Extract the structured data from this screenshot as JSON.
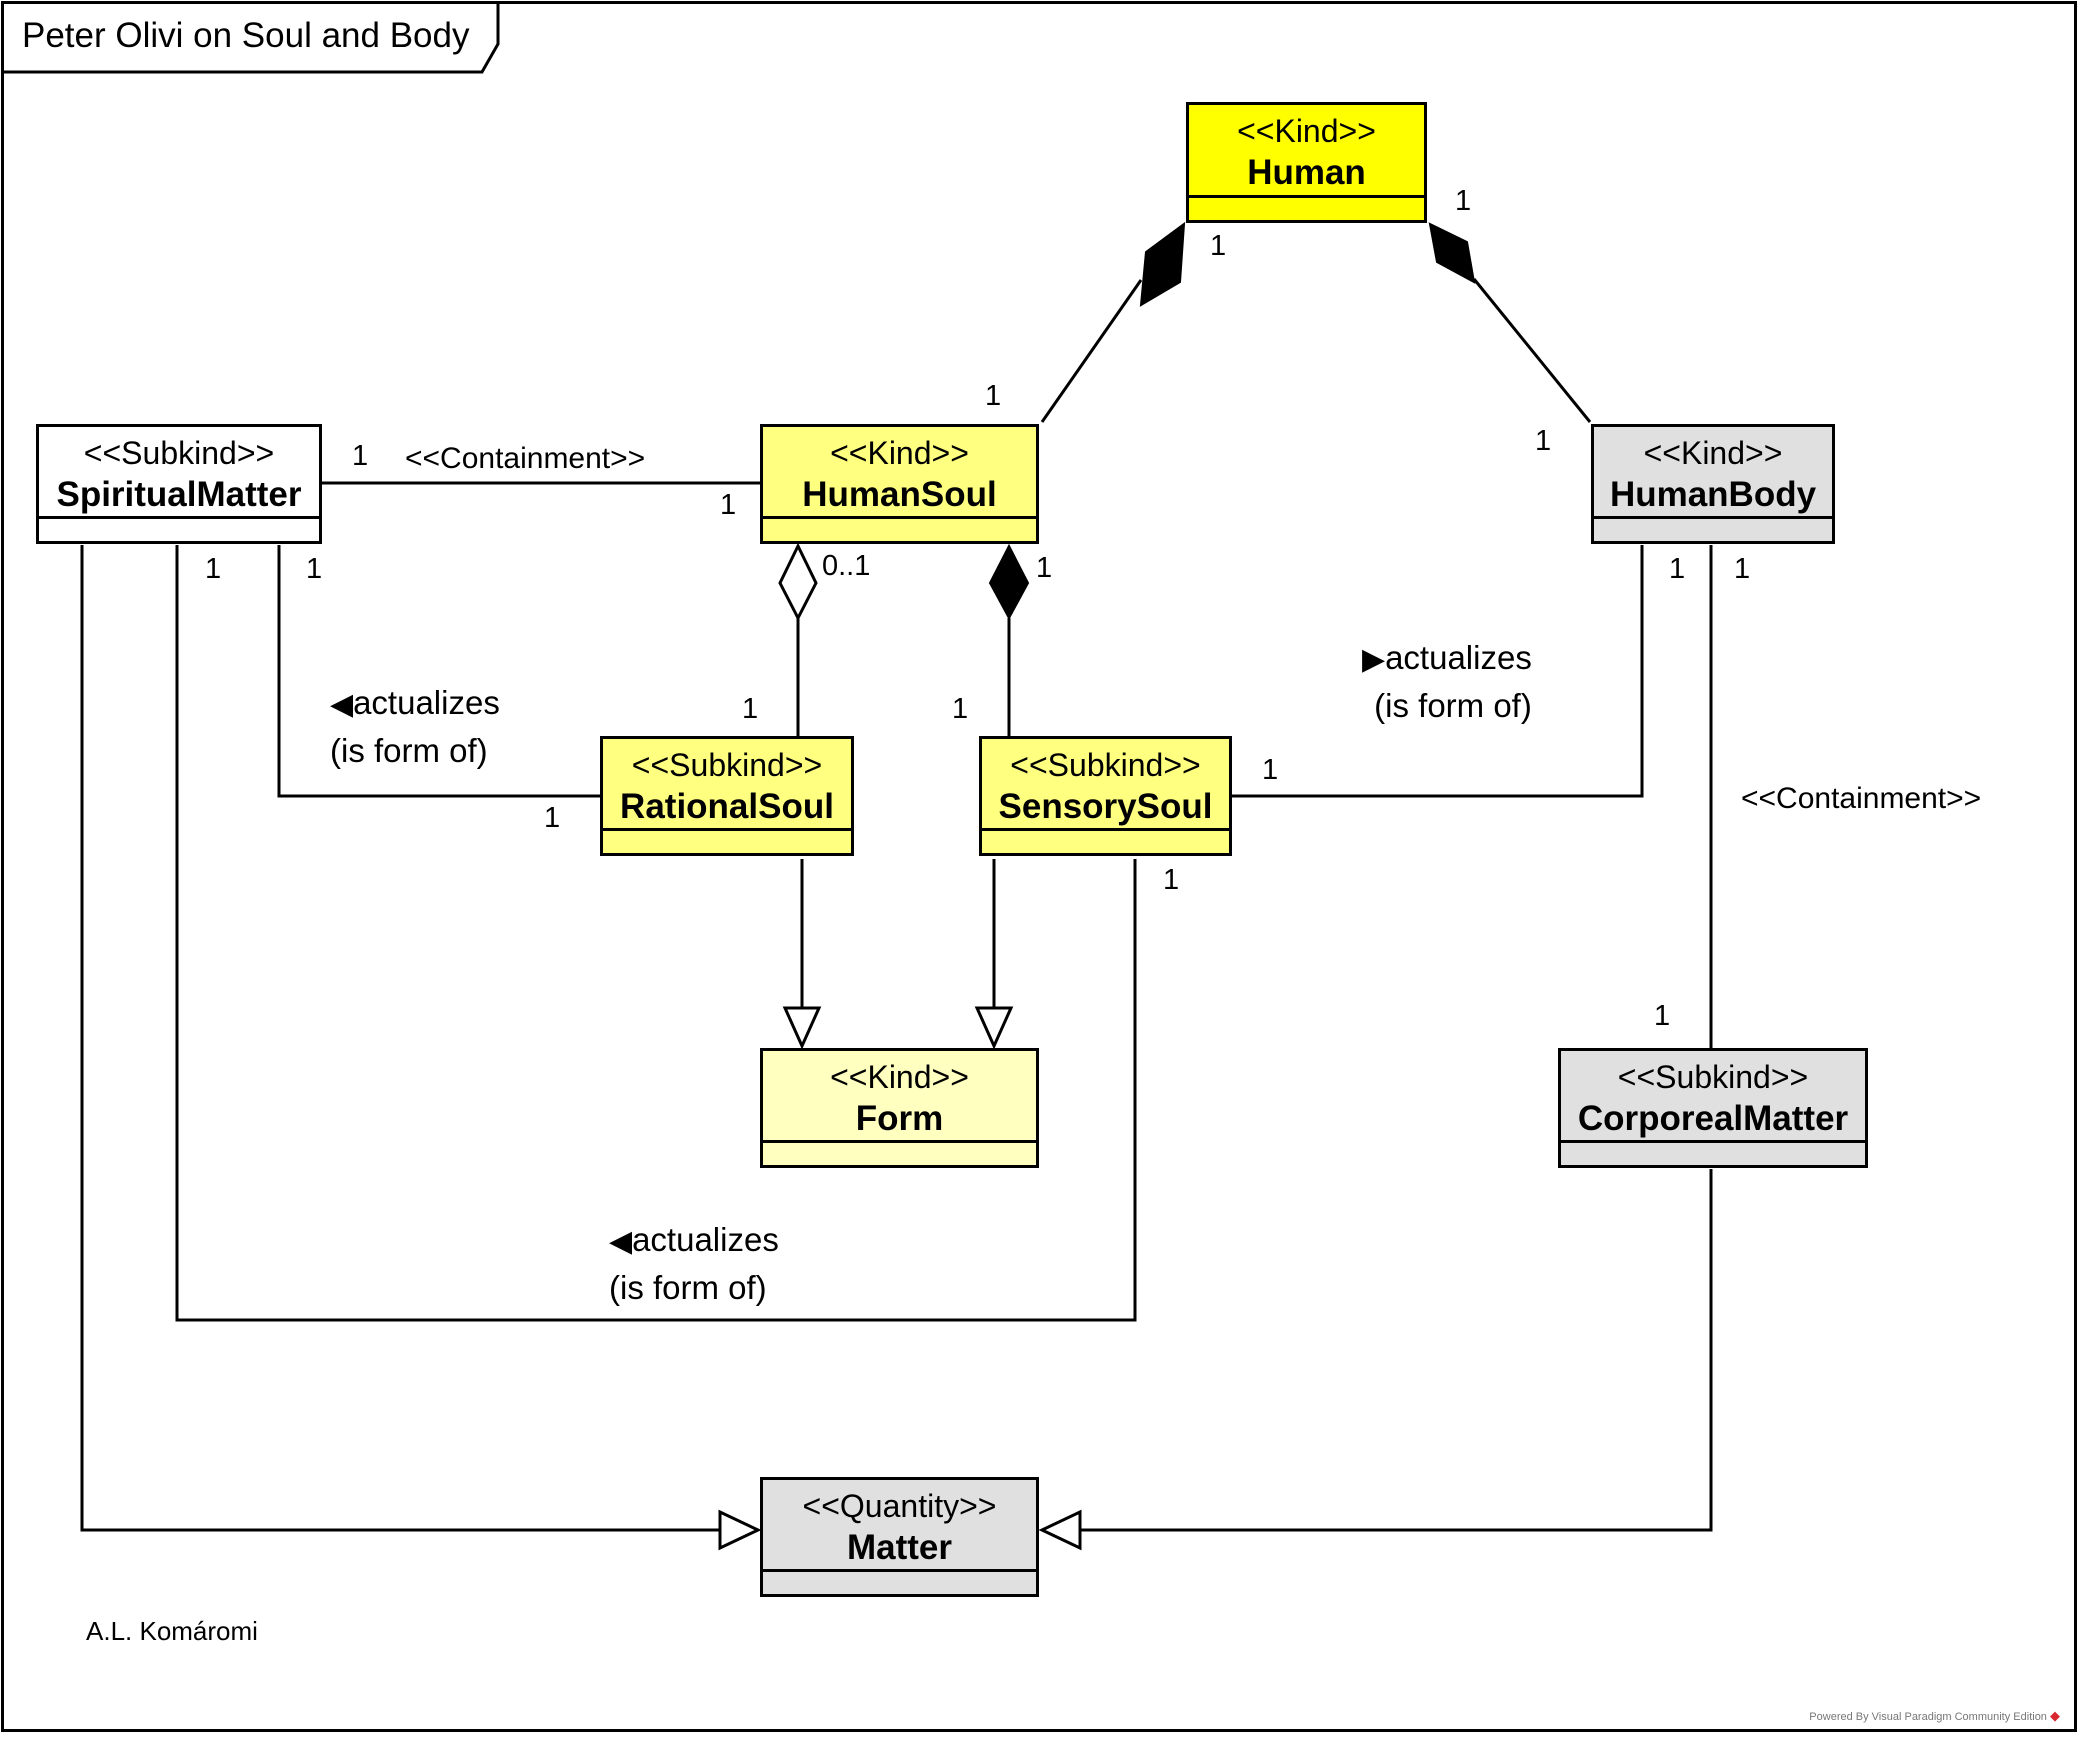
{
  "diagram": {
    "title": "Peter Olivi on Soul and Body",
    "author": "A.L. Komáromi",
    "powered_by": "Powered By Visual Paradigm Community Edition",
    "colors": {
      "kind_bright": "#ffff00",
      "kind_light": "#ffff80",
      "kind_pale": "#ffffc0",
      "grey": "#e0e0e0",
      "white": "#ffffff",
      "line": "#000000"
    }
  },
  "classes": {
    "human": {
      "stereotype": "<<Kind>>",
      "name": "Human"
    },
    "spiritual_matter": {
      "stereotype": "<<Subkind>>",
      "name": "SpiritualMatter"
    },
    "human_soul": {
      "stereotype": "<<Kind>>",
      "name": "HumanSoul"
    },
    "human_body": {
      "stereotype": "<<Kind>>",
      "name": "HumanBody"
    },
    "rational_soul": {
      "stereotype": "<<Subkind>>",
      "name": "RationalSoul"
    },
    "sensory_soul": {
      "stereotype": "<<Subkind>>",
      "name": "SensorySoul"
    },
    "form": {
      "stereotype": "<<Kind>>",
      "name": "Form"
    },
    "corporeal_matter": {
      "stereotype": "<<Subkind>>",
      "name": "CorporealMatter"
    },
    "matter": {
      "stereotype": "<<Quantity>>",
      "name": "Matter"
    }
  },
  "relations": {
    "containment_left": "<<Containment>>",
    "containment_right": "<<Containment>>",
    "actualizes_left": {
      "arrow": "◀",
      "line1": "actualizes",
      "line2": "(is form of)"
    },
    "actualizes_right": {
      "arrow": "▶",
      "line1": "actualizes",
      "line2": "(is form of)"
    },
    "actualizes_bottom": {
      "arrow": "◀",
      "line1": "actualizes",
      "line2": "(is form of)"
    }
  },
  "multiplicities": {
    "human_soulside": "1",
    "human_bodyside": "1",
    "humansoul_top": "1",
    "humanbody_top": "1",
    "spiritual_containment": "1",
    "humansoul_containment": "1",
    "spiritual_b1": "1",
    "spiritual_b2": "1",
    "humansoul_agg": "0..1",
    "humansoul_comp": "1",
    "rational_top": "1",
    "sensory_top": "1",
    "rational_left": "1",
    "sensory_right": "1",
    "sensory_bottom": "1",
    "humanbody_b1": "1",
    "humanbody_b2": "1",
    "corporeal_top": "1"
  }
}
